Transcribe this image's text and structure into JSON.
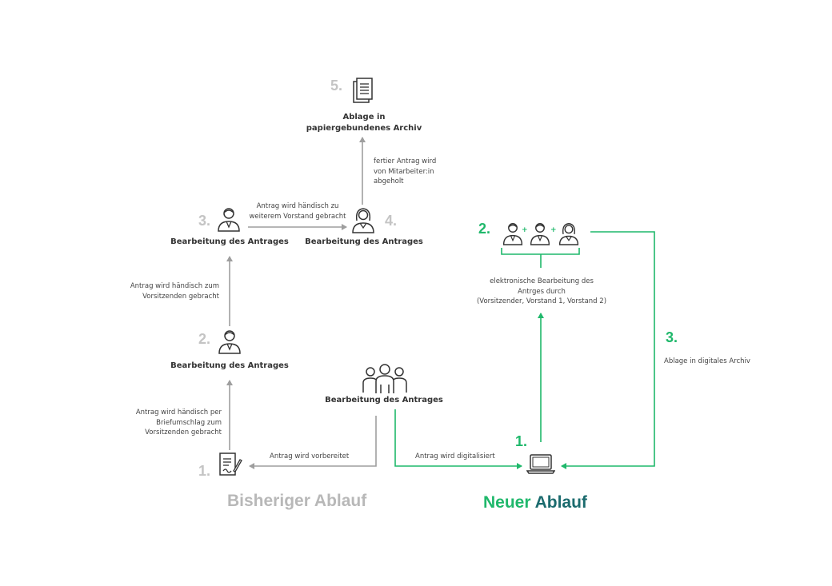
{
  "colors": {
    "grey": "#9e9e9e",
    "green": "#1fb86b",
    "teal": "#1b6b6e",
    "dark": "#333333"
  },
  "old_flow": {
    "title": "Bisheriger Ablauf",
    "step1": {
      "number": "1.",
      "icon": "document-pen-icon"
    },
    "step2": {
      "number": "2.",
      "label": "Bearbeitung des Antrages",
      "icon": "person-icon"
    },
    "step3": {
      "number": "3.",
      "label": "Bearbeitung des Antrages",
      "icon": "person-icon"
    },
    "step4": {
      "number": "4.",
      "label": "Bearbeitung des Antrages",
      "icon": "woman-icon"
    },
    "step5": {
      "number": "5.",
      "label_line1": "Ablage in",
      "label_line2": "papiergebundenes Archiv",
      "icon": "documents-icon"
    },
    "start": {
      "label": "Bearbeitung des Antrages",
      "icon": "group-icon"
    },
    "notes": {
      "prepared": "Antrag wird vorbereitet",
      "envelope": [
        "Antrag wird händisch per",
        "Briefumschlag zum",
        "Vorsitzenden gebracht"
      ],
      "to_chair": [
        "Antrag wird händisch zum",
        "Vorsitzenden gebracht"
      ],
      "to_board": [
        "Antrag wird händisch zu",
        "weiterem Vorstand gebracht"
      ],
      "picked_up": [
        "fertier Antrag wird",
        "von Mitarbeiter:in",
        "abgeholt"
      ]
    }
  },
  "new_flow": {
    "title_part1": "Neuer",
    "title_part2": "Ablauf",
    "step1": {
      "number": "1.",
      "icon": "laptop-icon"
    },
    "step2": {
      "number": "2.",
      "icons": [
        "person-icon",
        "person-icon",
        "woman-icon"
      ],
      "plus": "+"
    },
    "step3": {
      "number": "3.",
      "label": "Ablage in digitales Archiv"
    },
    "notes": {
      "digitalized": "Antrag wird digitalisiert",
      "electronic": [
        "elektronische Bearbeitung des",
        "Antrges durch",
        "(Vorsitzender, Vorstand 1, Vorstand 2)"
      ]
    }
  }
}
